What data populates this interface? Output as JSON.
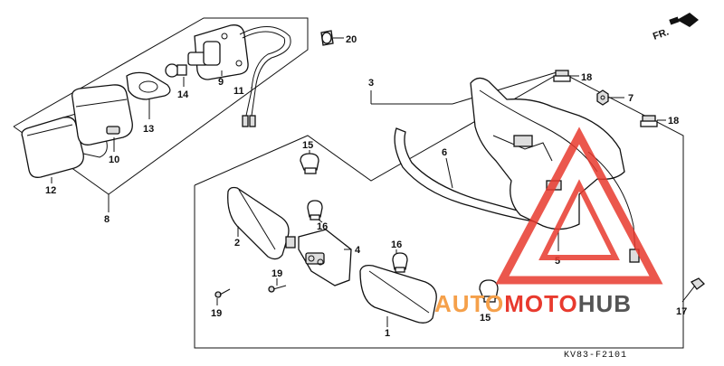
{
  "diagram": {
    "code": "KV83-F2101",
    "direction_label": "FR.",
    "watermark": {
      "prefix": "AUTO",
      "middle": "MOTO",
      "suffix": "HUB"
    },
    "colors": {
      "watermark_orange": "#f5a04a",
      "watermark_red": "#e83a2e",
      "watermark_gray": "#555555",
      "line": "#111111"
    },
    "callouts": {
      "p1": "1",
      "p2": "2",
      "p3": "3",
      "p4": "4",
      "p5": "5",
      "p6": "6",
      "p7": "7",
      "p8": "8",
      "p9": "9",
      "p10": "10",
      "p11": "11",
      "p12": "12",
      "p13": "13",
      "p14": "14",
      "p15a": "15",
      "p15b": "15",
      "p16a": "16",
      "p16b": "16",
      "p17": "17",
      "p18a": "18",
      "p18b": "18",
      "p19a": "19",
      "p19b": "19",
      "p20": "20"
    }
  }
}
